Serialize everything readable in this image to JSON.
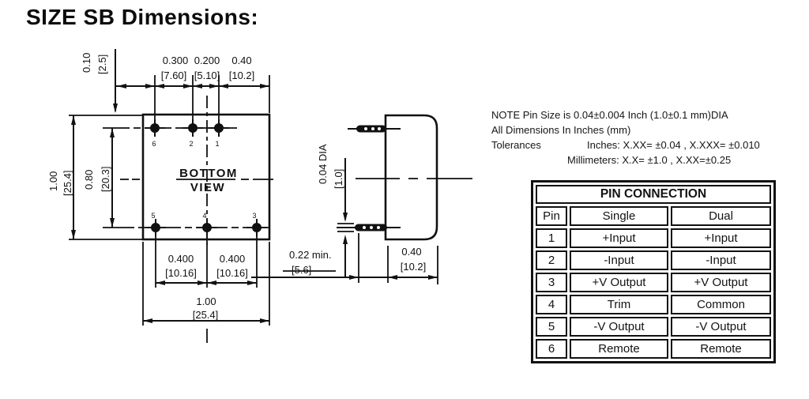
{
  "page": {
    "title": "SIZE SB Dimensions:"
  },
  "bottom_view": {
    "label_line1": "BOTTOM",
    "label_line2": "VIEW",
    "pin_labels_top": [
      "6",
      "2",
      "1"
    ],
    "pin_labels_bottom": [
      "5",
      "4",
      "3"
    ],
    "dim_top_offset_in": "0.10",
    "dim_top_offset_mm": "[2.5]",
    "dim_pitch_62_in": "0.300",
    "dim_pitch_62_mm": "[7.60]",
    "dim_pitch_21_in": "0.200",
    "dim_pitch_21_mm": "[5.10]",
    "dim_edge_in": "0.40",
    "dim_edge_mm": "[10.2]",
    "dim_height_in": "1.00",
    "dim_height_mm": "[25.4]",
    "dim_rows_in": "0.80",
    "dim_rows_mm": "[20.3]",
    "dim_botpitch1_in": "0.400",
    "dim_botpitch1_mm": "[10.16]",
    "dim_botpitch2_in": "0.400",
    "dim_botpitch2_mm": "[10.16]",
    "dim_width_in": "1.00",
    "dim_width_mm": "[25.4]"
  },
  "side_view": {
    "dim_pin_dia_in": "0.04 DIA",
    "dim_pin_dia_mm": "[1.0]",
    "dim_pin_len_in": "0.22 min.",
    "dim_pin_len_mm": "[5.6]",
    "dim_depth_in": "0.40",
    "dim_depth_mm": "[10.2]"
  },
  "notes": {
    "line1": "NOTE Pin Size is 0.04±0.004 Inch (1.0±0.1 mm)DIA",
    "line2": "All Dimensions In Inches (mm)",
    "line3_label": "Tolerances",
    "line3_value": "Inches: X.XX= ±0.04 , X.XXX= ±0.010",
    "line4": "Millimeters: X.X= ±1.0 , X.XX=±0.25"
  },
  "pin_table": {
    "title": "PIN CONNECTION",
    "headers": [
      "Pin",
      "Single",
      "Dual"
    ],
    "rows": [
      [
        "1",
        "+Input",
        "+Input"
      ],
      [
        "2",
        "-Input",
        "-Input"
      ],
      [
        "3",
        "+V Output",
        "+V Output"
      ],
      [
        "4",
        "Trim",
        "Common"
      ],
      [
        "5",
        "-V Output",
        "-V Output"
      ],
      [
        "6",
        "Remote",
        "Remote"
      ]
    ]
  }
}
